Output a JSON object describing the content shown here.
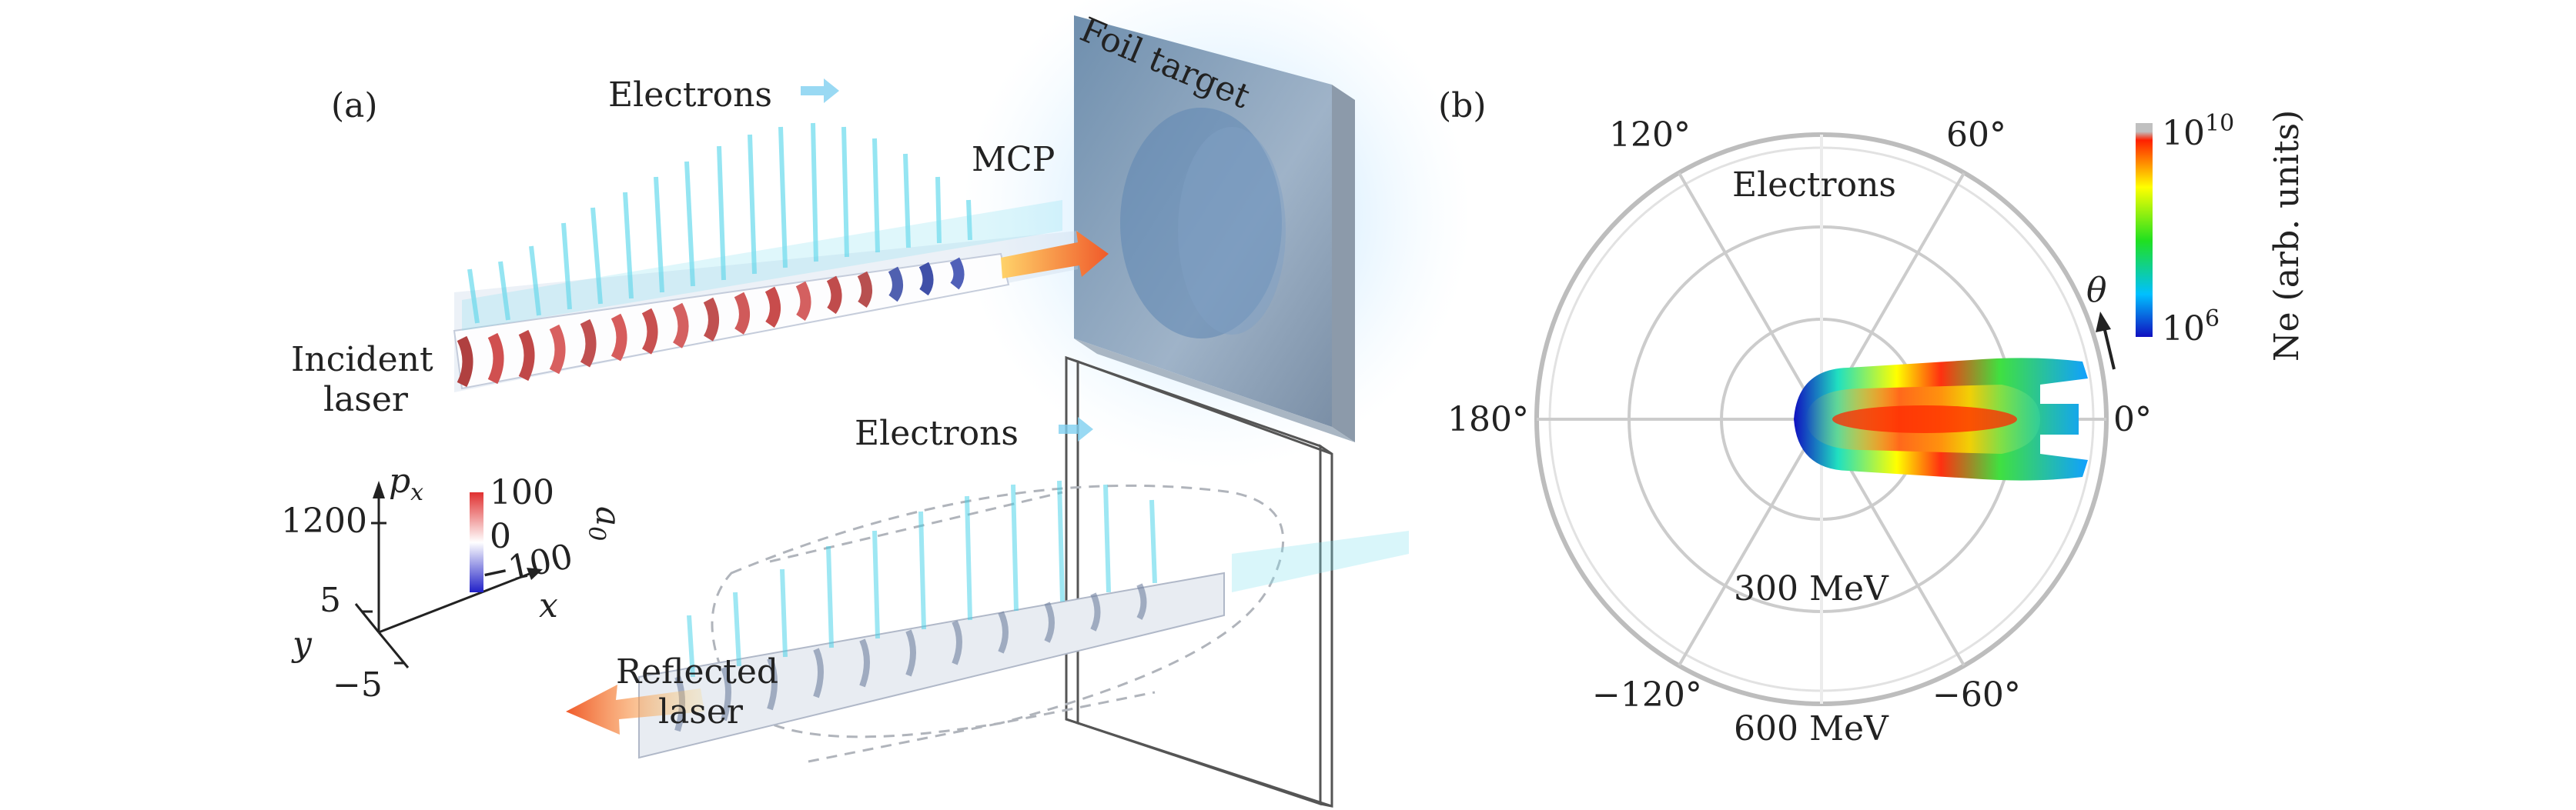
{
  "panel_a": {
    "label": "(a)",
    "electrons_top": "Electrons",
    "foil_target": "Foil target",
    "mcp": "MCP",
    "incident_laser_line1": "Incident",
    "incident_laser_line2": "laser",
    "electrons_bottom": "Electrons",
    "reflected_laser_line1": "Reflected",
    "reflected_laser_line2": "laser",
    "axes": {
      "px_label": "p",
      "px_sub": "x",
      "x_label": "x",
      "y_label": "y",
      "tick_1200": "1200",
      "tick_5": "5",
      "tick_minus5": "−5"
    },
    "colorbar": {
      "title": "a",
      "title_sub": "0",
      "tick_top": "100",
      "tick_mid": "0",
      "tick_bottom": "−100",
      "colors": [
        "#e03030",
        "#ffffff",
        "#2020c8"
      ]
    }
  },
  "panel_b": {
    "label": "(b)",
    "title": "Electrons",
    "angles": {
      "a120": "120°",
      "a60": "60°",
      "a180": "180°",
      "a0": "0°",
      "am120": "−120°",
      "am60": "−60°"
    },
    "radial": {
      "r300": "300 MeV",
      "r600": "600 MeV"
    },
    "theta": "θ",
    "colorbar": {
      "title": "Ne (arb. units)",
      "tick_top_base": "10",
      "tick_top_exp": "10",
      "tick_bottom_base": "10",
      "tick_bottom_exp": "6",
      "colors": [
        "#1010c0",
        "#00c0ff",
        "#20e020",
        "#ffff00",
        "#ff2000",
        "#c0c0c0"
      ]
    }
  }
}
